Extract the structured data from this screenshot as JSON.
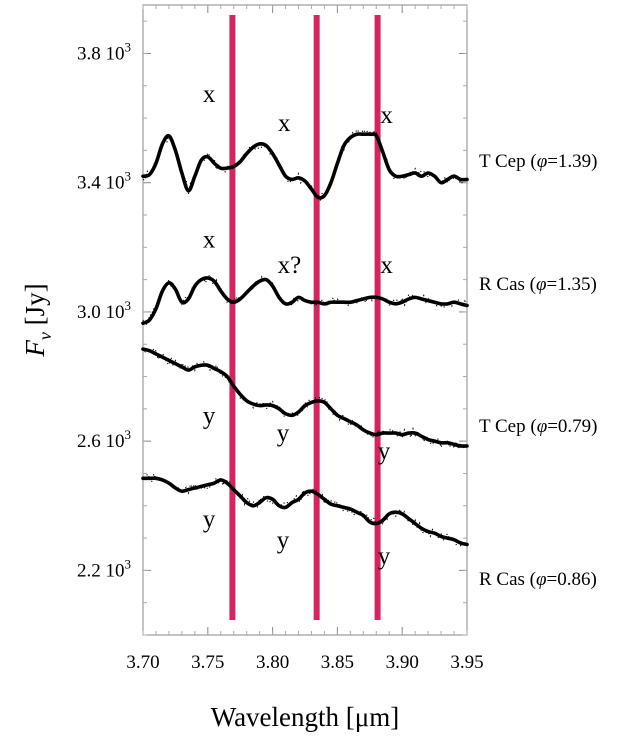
{
  "chart_data": {
    "type": "line",
    "xlabel": "Wavelength [μm]",
    "ylabel_main": "F",
    "ylabel_sub": "ν",
    "ylabel_unit": " [Jy]",
    "xlim": [
      3.7,
      3.95
    ],
    "ylim": [
      2.0,
      3.95
    ],
    "xticks": [
      3.7,
      3.75,
      3.8,
      3.85,
      3.9,
      3.95
    ],
    "xtick_labels": [
      "3.70",
      "3.75",
      "3.80",
      "3.85",
      "3.90",
      "3.95"
    ],
    "yticks": [
      2.2,
      2.6,
      3.0,
      3.4,
      3.8
    ],
    "ytick_labels": [
      {
        "mantissa": "2.2",
        "base": " 10",
        "exp": "3"
      },
      {
        "mantissa": "2.6",
        "base": " 10",
        "exp": "3"
      },
      {
        "mantissa": "3.0",
        "base": " 10",
        "exp": "3"
      },
      {
        "mantissa": "3.4",
        "base": " 10",
        "exp": "3"
      },
      {
        "mantissa": "3.8",
        "base": " 10",
        "exp": "3"
      }
    ],
    "y_units_note": "thousands of Jy",
    "vertical_lines": [
      3.769,
      3.834,
      3.881
    ],
    "vertical_line_color": "#d6245e",
    "series": [
      {
        "name": "T Cep (φ=1.39)",
        "label_parts": {
          "pre": "T Cep (",
          "phi": "φ",
          "post": "=1.39)"
        },
        "x": [
          3.7,
          3.705,
          3.71,
          3.715,
          3.72,
          3.725,
          3.73,
          3.735,
          3.74,
          3.745,
          3.75,
          3.755,
          3.76,
          3.765,
          3.77,
          3.775,
          3.78,
          3.785,
          3.79,
          3.795,
          3.8,
          3.805,
          3.81,
          3.815,
          3.82,
          3.825,
          3.83,
          3.835,
          3.84,
          3.845,
          3.85,
          3.855,
          3.86,
          3.865,
          3.87,
          3.875,
          3.88,
          3.885,
          3.89,
          3.895,
          3.9,
          3.905,
          3.91,
          3.915,
          3.92,
          3.925,
          3.93,
          3.935,
          3.94,
          3.945,
          3.95
        ],
        "y": [
          3.42,
          3.425,
          3.46,
          3.52,
          3.545,
          3.5,
          3.43,
          3.375,
          3.42,
          3.47,
          3.48,
          3.46,
          3.445,
          3.445,
          3.45,
          3.465,
          3.49,
          3.51,
          3.52,
          3.515,
          3.49,
          3.455,
          3.42,
          3.41,
          3.415,
          3.405,
          3.38,
          3.355,
          3.36,
          3.4,
          3.46,
          3.515,
          3.54,
          3.55,
          3.55,
          3.55,
          3.545,
          3.495,
          3.44,
          3.42,
          3.42,
          3.425,
          3.43,
          3.42,
          3.43,
          3.42,
          3.4,
          3.41,
          3.42,
          3.41,
          3.41
        ]
      },
      {
        "name": "R Cas (φ=1.35)",
        "label_parts": {
          "pre": "R Cas (",
          "phi": "φ",
          "post": "=1.35)"
        },
        "x": [
          3.7,
          3.705,
          3.71,
          3.715,
          3.72,
          3.725,
          3.73,
          3.735,
          3.74,
          3.745,
          3.75,
          3.755,
          3.76,
          3.765,
          3.77,
          3.775,
          3.78,
          3.785,
          3.79,
          3.795,
          3.8,
          3.805,
          3.81,
          3.815,
          3.82,
          3.825,
          3.83,
          3.835,
          3.84,
          3.845,
          3.85,
          3.855,
          3.86,
          3.865,
          3.87,
          3.875,
          3.88,
          3.885,
          3.89,
          3.895,
          3.9,
          3.905,
          3.91,
          3.915,
          3.92,
          3.925,
          3.93,
          3.935,
          3.94,
          3.945,
          3.95
        ],
        "y": [
          2.965,
          2.975,
          3.01,
          3.065,
          3.09,
          3.07,
          3.03,
          3.04,
          3.08,
          3.1,
          3.105,
          3.095,
          3.065,
          3.04,
          3.03,
          3.04,
          3.06,
          3.08,
          3.095,
          3.1,
          3.08,
          3.045,
          3.025,
          3.03,
          3.045,
          3.035,
          3.03,
          3.03,
          3.025,
          3.03,
          3.03,
          3.03,
          3.03,
          3.035,
          3.04,
          3.045,
          3.045,
          3.04,
          3.03,
          3.025,
          3.03,
          3.04,
          3.045,
          3.04,
          3.035,
          3.03,
          3.025,
          3.025,
          3.03,
          3.025,
          3.02
        ]
      },
      {
        "name": "T Cep (φ=0.79)",
        "label_parts": {
          "pre": "T Cep (",
          "phi": "φ",
          "post": "=0.79)"
        },
        "x": [
          3.7,
          3.705,
          3.71,
          3.715,
          3.72,
          3.725,
          3.73,
          3.735,
          3.74,
          3.745,
          3.75,
          3.755,
          3.76,
          3.765,
          3.77,
          3.775,
          3.78,
          3.785,
          3.79,
          3.795,
          3.8,
          3.805,
          3.81,
          3.815,
          3.82,
          3.825,
          3.83,
          3.835,
          3.84,
          3.845,
          3.85,
          3.855,
          3.86,
          3.865,
          3.87,
          3.875,
          3.88,
          3.885,
          3.89,
          3.895,
          3.9,
          3.905,
          3.91,
          3.915,
          3.92,
          3.925,
          3.93,
          3.935,
          3.94,
          3.945,
          3.95
        ],
        "y": [
          2.885,
          2.88,
          2.87,
          2.86,
          2.85,
          2.84,
          2.83,
          2.82,
          2.83,
          2.835,
          2.835,
          2.825,
          2.815,
          2.8,
          2.77,
          2.745,
          2.725,
          2.715,
          2.71,
          2.712,
          2.71,
          2.7,
          2.685,
          2.68,
          2.69,
          2.71,
          2.72,
          2.725,
          2.72,
          2.7,
          2.68,
          2.67,
          2.66,
          2.65,
          2.635,
          2.625,
          2.62,
          2.625,
          2.625,
          2.625,
          2.62,
          2.625,
          2.625,
          2.615,
          2.605,
          2.6,
          2.595,
          2.595,
          2.59,
          2.585,
          2.585
        ]
      },
      {
        "name": "R Cas (φ=0.86)",
        "label_parts": {
          "pre": "R Cas (",
          "phi": "φ",
          "post": "=0.86)"
        },
        "x": [
          3.7,
          3.705,
          3.71,
          3.715,
          3.72,
          3.725,
          3.73,
          3.735,
          3.74,
          3.745,
          3.75,
          3.755,
          3.76,
          3.765,
          3.77,
          3.775,
          3.78,
          3.785,
          3.79,
          3.795,
          3.8,
          3.805,
          3.81,
          3.815,
          3.82,
          3.825,
          3.83,
          3.835,
          3.84,
          3.845,
          3.85,
          3.855,
          3.86,
          3.865,
          3.87,
          3.875,
          3.88,
          3.885,
          3.89,
          3.895,
          3.9,
          3.905,
          3.91,
          3.915,
          3.92,
          3.925,
          3.93,
          3.935,
          3.94,
          3.945,
          3.95
        ],
        "y": [
          2.485,
          2.485,
          2.485,
          2.48,
          2.47,
          2.455,
          2.445,
          2.45,
          2.455,
          2.46,
          2.465,
          2.47,
          2.48,
          2.47,
          2.45,
          2.43,
          2.41,
          2.4,
          2.41,
          2.425,
          2.42,
          2.4,
          2.395,
          2.41,
          2.42,
          2.44,
          2.445,
          2.435,
          2.42,
          2.405,
          2.4,
          2.395,
          2.39,
          2.38,
          2.37,
          2.35,
          2.345,
          2.355,
          2.375,
          2.38,
          2.375,
          2.36,
          2.345,
          2.33,
          2.32,
          2.315,
          2.305,
          2.3,
          2.295,
          2.285,
          2.28
        ]
      }
    ],
    "annotations": [
      {
        "text": "x",
        "x": 3.751,
        "y": 3.65
      },
      {
        "text": "x",
        "x": 3.809,
        "y": 3.56
      },
      {
        "text": "x",
        "x": 3.888,
        "y": 3.585
      },
      {
        "text": "x",
        "x": 3.751,
        "y": 3.2
      },
      {
        "text": "x?",
        "x": 3.813,
        "y": 3.12
      },
      {
        "text": "x",
        "x": 3.888,
        "y": 3.12
      },
      {
        "text": "y",
        "x": 3.751,
        "y": 2.655
      },
      {
        "text": "y",
        "x": 3.808,
        "y": 2.6
      },
      {
        "text": "y",
        "x": 3.886,
        "y": 2.545
      },
      {
        "text": "y",
        "x": 3.751,
        "y": 2.335
      },
      {
        "text": "y",
        "x": 3.808,
        "y": 2.27
      },
      {
        "text": "y",
        "x": 3.886,
        "y": 2.22
      }
    ]
  }
}
